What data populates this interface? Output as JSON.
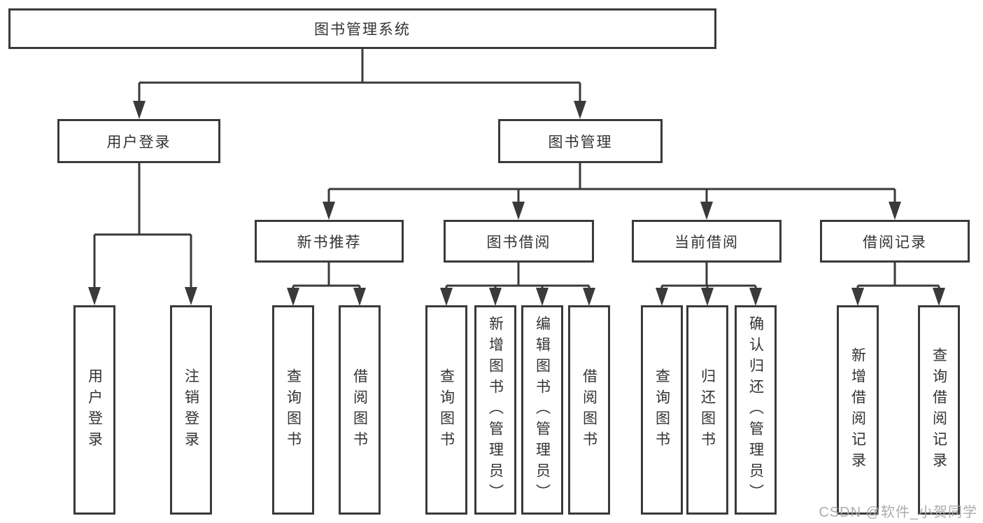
{
  "watermark": "CSDN @软件_小贺同学",
  "colors": {
    "line": "#3a3a3a",
    "text": "#333333",
    "watermark": "#a8a8a8",
    "background": "#ffffff"
  },
  "tree": {
    "label": "图书管理系统",
    "children": [
      {
        "label": "用户登录",
        "children": [
          {
            "label": "用户登录"
          },
          {
            "label": "注销登录"
          }
        ]
      },
      {
        "label": "图书管理",
        "children": [
          {
            "label": "新书推荐",
            "children": [
              {
                "label": "查询图书"
              },
              {
                "label": "借阅图书"
              }
            ]
          },
          {
            "label": "图书借阅",
            "children": [
              {
                "label": "查询图书"
              },
              {
                "label": "新增图书（管理员）"
              },
              {
                "label": "编辑图书（管理员）"
              },
              {
                "label": "借阅图书"
              }
            ]
          },
          {
            "label": "当前借阅",
            "children": [
              {
                "label": "查询图书"
              },
              {
                "label": "归还图书"
              },
              {
                "label": "确认归还（管理员）"
              }
            ]
          },
          {
            "label": "借阅记录",
            "children": [
              {
                "label": "新增借阅记录"
              },
              {
                "label": "查询借阅记录"
              }
            ]
          }
        ]
      }
    ]
  }
}
